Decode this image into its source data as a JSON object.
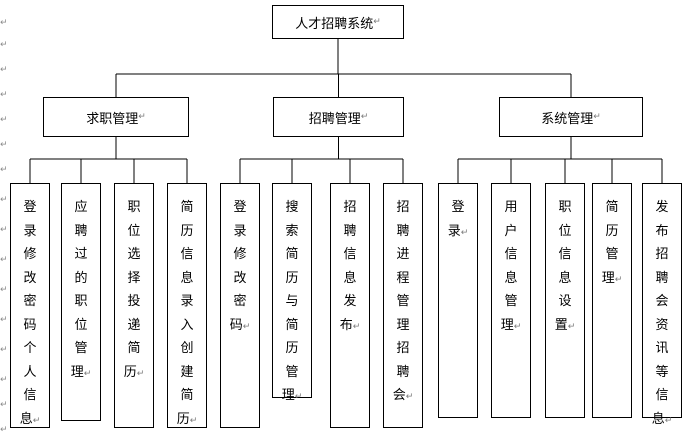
{
  "root": {
    "label": "人才招聘系统"
  },
  "categories": [
    {
      "label": "求职管理",
      "items": [
        {
          "label": "登录修改密码个人信息"
        },
        {
          "label": "应聘过的职位管理"
        },
        {
          "label": "职位选择投递简历"
        },
        {
          "label": "简历信息录入创建简历"
        }
      ]
    },
    {
      "label": "招聘管理",
      "items": [
        {
          "label": "登录修改密码"
        },
        {
          "label": "搜索简历与简历管理"
        },
        {
          "label": "招聘信息发布"
        },
        {
          "label": "招聘进程管理招聘会"
        }
      ]
    },
    {
      "label": "系统管理",
      "items": [
        {
          "label": "登录"
        },
        {
          "label": "用户信息管理"
        },
        {
          "label": "职位信息设置"
        },
        {
          "label": "简历管理"
        },
        {
          "label": "发布招聘会资讯等信息"
        }
      ]
    }
  ],
  "paragraph_mark": "↵"
}
